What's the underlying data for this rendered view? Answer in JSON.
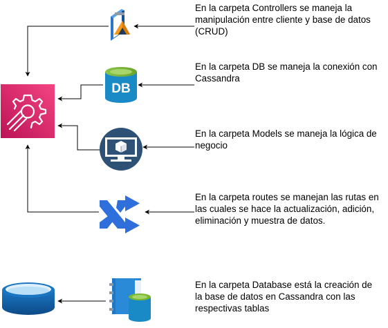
{
  "notes": {
    "controllers": "En la carpeta Controllers se maneja la\nmanipulación entre cliente y base de datos\n(CRUD)",
    "db": "En la carpeta DB se maneja la conexión con\nCassandra",
    "models": "En la carpeta Models se maneja la lógica de\nnegocio",
    "routes": "En la carpeta routes se manejan las rutas en\nlas cuales se hace la actualización, adición,\neliminación y muestra de datos.",
    "database": "En la carpeta Database está la creación de\nla base de datos en Cassandra con las\nrespectivas tablas"
  },
  "icons": {
    "controllers": "controllers-app-icon",
    "db": "db-cylinder-icon",
    "models": "monitor-cube-icon",
    "routes": "shuffle-routes-icon",
    "app": "gear-service-icon",
    "database": "database-disk-icon",
    "schema": "book-database-icon"
  },
  "db_label": "DB",
  "colors": {
    "app_gradient_start": "#f34482",
    "app_gradient_end": "#bc1356",
    "db_green": "#7ab92f",
    "db_blue": "#1a8ac7",
    "models_navy": "#2d5275",
    "routes_blue": "#2e6fdb",
    "database_blue": "#1565a8",
    "book_blue": "#1e78c6",
    "arrow": "#000000"
  }
}
